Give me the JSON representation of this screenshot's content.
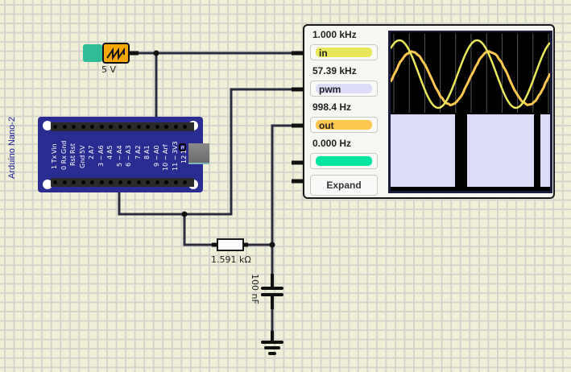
{
  "components": {
    "power_source": {
      "label": "5 V",
      "icon": "sawtooth-wave-icon",
      "accent": "#f6a800",
      "led_color": "#2ebd96"
    },
    "arduino": {
      "title": "Arduino Nano-2",
      "top_pins": [
        "Vin",
        "Gnd",
        "Rst",
        "5V",
        "A7",
        "A6",
        "A5",
        "A4",
        "A3",
        "A2",
        "A1",
        "A0",
        "Arf",
        "3V3",
        "13"
      ],
      "bottom_pins": [
        "1 Tx",
        "0 Rx",
        "Rst",
        "Gnd",
        "2",
        "3 ~",
        "4",
        "5 ~",
        "6 ~",
        "7",
        "8",
        "9 ~",
        "10 ~",
        "11 ~",
        "12"
      ],
      "board_color": "#2b2c92"
    },
    "resistor": {
      "label": "1.591 kΩ"
    },
    "capacitor": {
      "label": "100 nF"
    }
  },
  "oscilloscope": {
    "channels": [
      {
        "frequency": "1.000 kHz",
        "name": "in",
        "color": "#e8e85a"
      },
      {
        "frequency": "57.39 kHz",
        "name": "pwm",
        "color": "#dcdcf8"
      },
      {
        "frequency": "998.4 Hz",
        "name": "out",
        "color": "#ffc850"
      },
      {
        "frequency": "0.000 Hz",
        "name": "",
        "color": "#00e6a0"
      }
    ],
    "expand_label": "Expand"
  }
}
